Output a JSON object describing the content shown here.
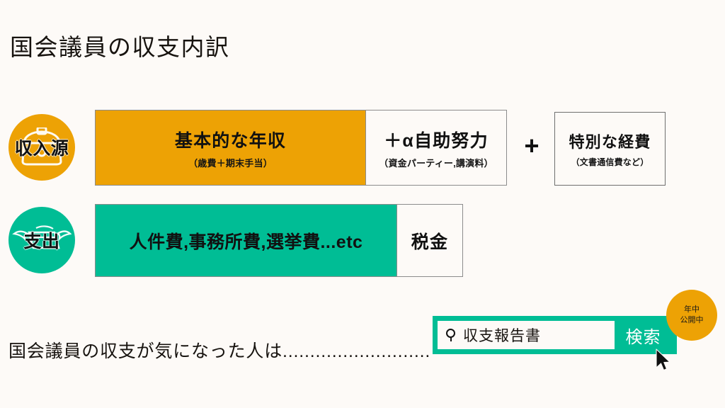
{
  "page_title": "国会議員の収支内訳",
  "theme": {
    "background": "#FDFAF7",
    "orange": "#EDA205",
    "teal": "#00BD95",
    "text": "#17130F"
  },
  "income": {
    "badge_label": "収入源",
    "badge_icon": "wallet-icon",
    "base": {
      "title": "基本的な年収",
      "subtitle": "（歳費＋期末手当）"
    },
    "alpha": {
      "title": "＋α自助努力",
      "subtitle": "（資金パーティー,講演料）"
    },
    "connector": "+",
    "special": {
      "title": "特別な経費",
      "subtitle": "（文書通信費など）"
    }
  },
  "expense": {
    "badge_label": "支出",
    "badge_icon": "flying-money-icon",
    "items": {
      "title": "人件費,事務所費,選挙費...etc"
    },
    "tax": {
      "title": "税金"
    }
  },
  "cta": {
    "text": "国会議員の収支が気になった人は...........................",
    "search": {
      "icon": "search-icon",
      "query": "収支報告書",
      "button_label": "検索"
    },
    "badge": {
      "line1": "年中",
      "line2": "公開中"
    },
    "cursor_icon": "mouse-cursor-icon"
  }
}
